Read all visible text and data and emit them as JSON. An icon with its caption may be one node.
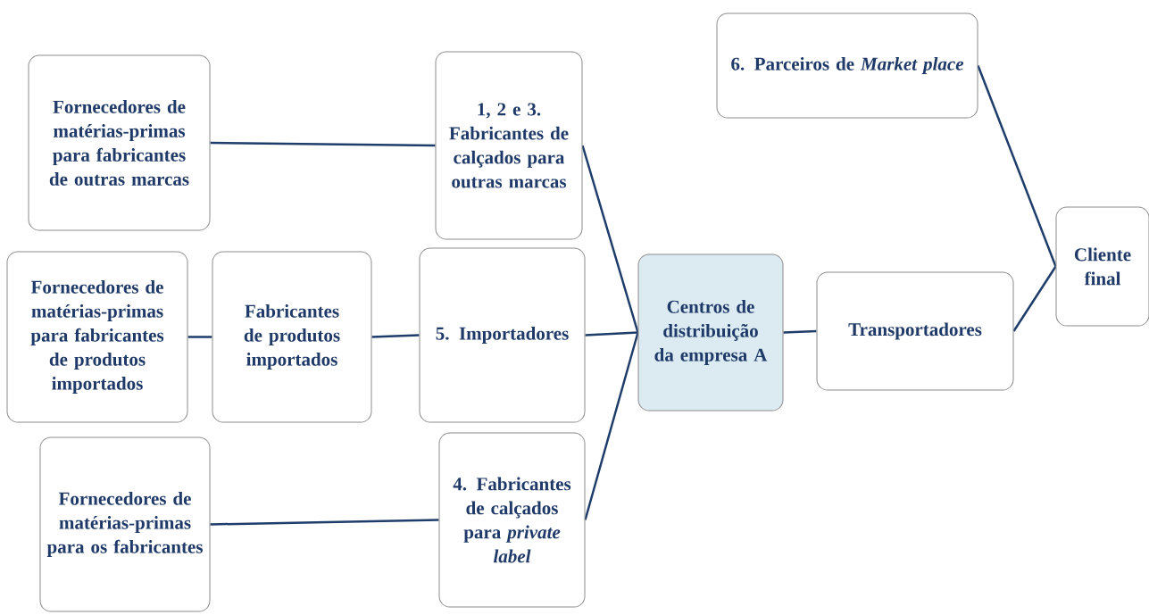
{
  "diagram": {
    "nodes": [
      {
        "text": [
          "Fornecedores de matérias-primas para fabricantes de outras marcas"
        ]
      },
      {
        "text": [
          "1, 2 e 3. Fabricantes de calçados para outras marcas"
        ]
      },
      {
        "text": [
          "Fornecedores de matérias-primas para fabricantes de produtos importados"
        ]
      },
      {
        "text": [
          "Fabricantes de produtos importados"
        ]
      },
      {
        "text": [
          "5. Importadores"
        ]
      },
      {
        "text": [
          "Fornecedores de matérias-primas para os fabricantes"
        ]
      },
      {
        "text": [
          "4. Fabricantes de calçados para *private label*"
        ]
      },
      {
        "text": [
          "Centros de distribuição da empresa A"
        ]
      },
      {
        "text": [
          "Transportadores"
        ]
      },
      {
        "text": [
          "6. Parceiros de *Market place*"
        ]
      },
      {
        "text": [
          "Cliente final"
        ]
      }
    ],
    "edges": [
      {
        "from": 0,
        "to": 1,
        "arrow": "none"
      },
      {
        "from": 2,
        "to": 3,
        "arrow": "none"
      },
      {
        "from": 3,
        "to": 4,
        "arrow": "none"
      },
      {
        "from": 5,
        "to": 6,
        "arrow": "none"
      },
      {
        "from": 1,
        "to": 7,
        "arrow": "none"
      },
      {
        "from": 4,
        "to": 7,
        "arrow": "none"
      },
      {
        "from": 6,
        "to": 7,
        "arrow": "none"
      },
      {
        "from": 7,
        "to": 8,
        "arrow": "none"
      },
      {
        "from": 8,
        "to": 10,
        "arrow": "none"
      },
      {
        "from": 9,
        "to": 10,
        "arrow": "none"
      }
    ]
  }
}
